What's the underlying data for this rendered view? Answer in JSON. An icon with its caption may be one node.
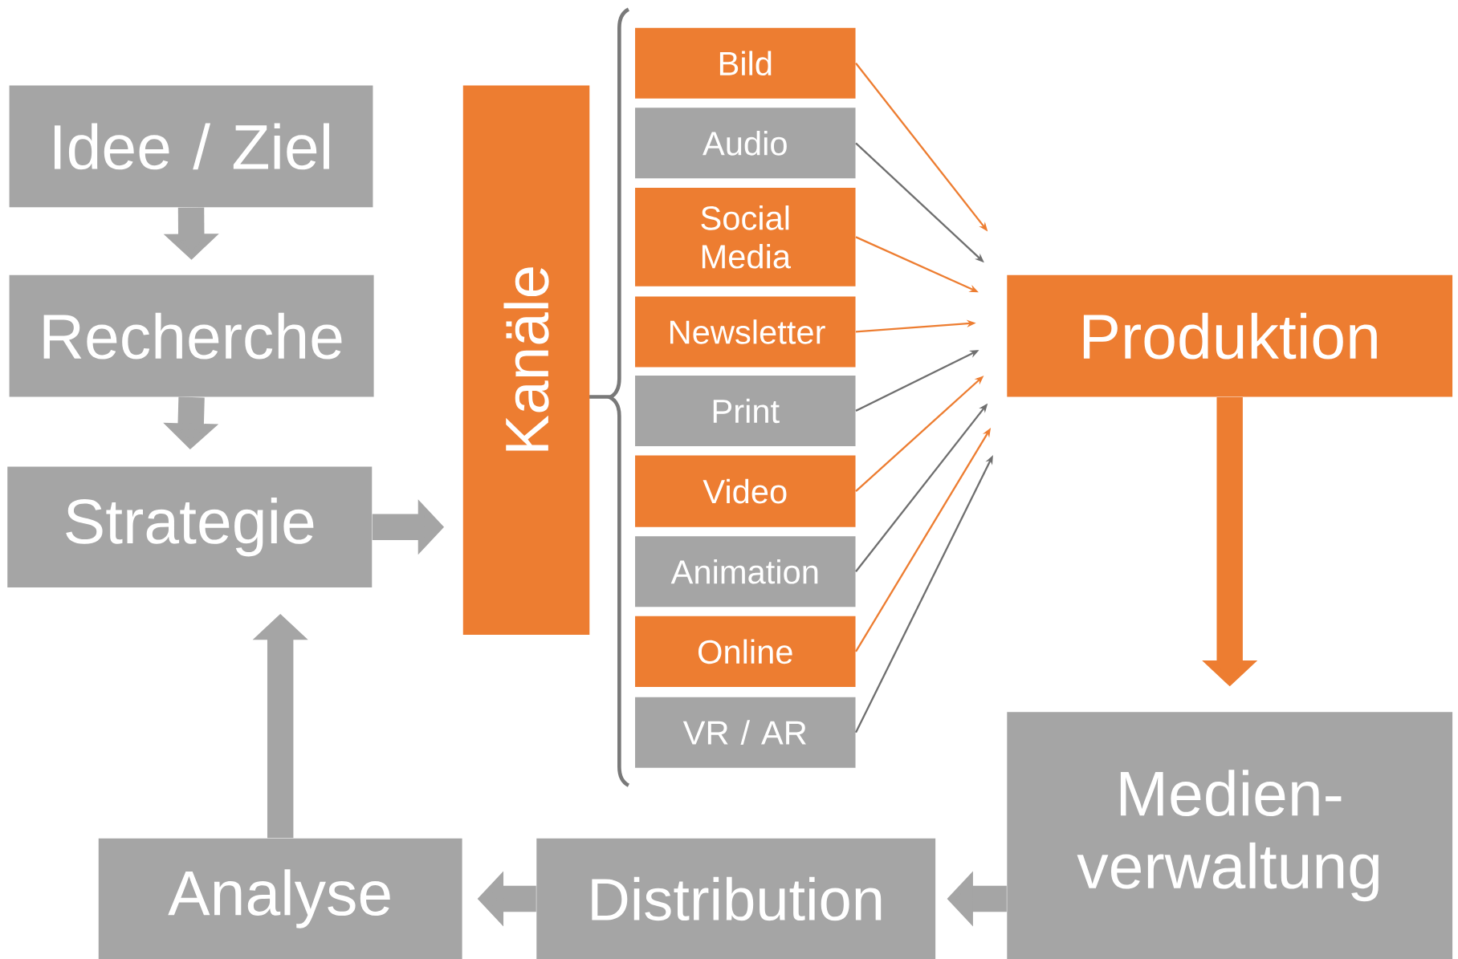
{
  "diagram": {
    "nodes": [
      {
        "text": [
          "Idee / Ziel"
        ]
      },
      {
        "text": [
          "Recherche"
        ]
      },
      {
        "text": [
          "Strategie"
        ]
      },
      {
        "text": [
          "Kanäle"
        ]
      },
      {
        "text": [
          "Bild"
        ]
      },
      {
        "text": [
          "Audio"
        ]
      },
      {
        "text": [
          "Social Media"
        ]
      },
      {
        "text": [
          "Newsletter"
        ]
      },
      {
        "text": [
          "Print"
        ]
      },
      {
        "text": [
          "Video"
        ]
      },
      {
        "text": [
          "Animation"
        ]
      },
      {
        "text": [
          "Online"
        ]
      },
      {
        "text": [
          "VR / AR"
        ]
      },
      {
        "text": [
          "Produktion"
        ]
      },
      {
        "text": [
          "Medien- verwaltung"
        ]
      },
      {
        "text": [
          "Distribution"
        ]
      },
      {
        "text": [
          "Analyse"
        ]
      }
    ],
    "edges": [
      {
        "from": 0,
        "to": 1,
        "arrow": "to",
        "style": "thick"
      },
      {
        "from": 1,
        "to": 2,
        "arrow": "to",
        "style": "thick"
      },
      {
        "from": 2,
        "to": 3,
        "arrow": "to",
        "style": "thick"
      },
      {
        "from": 4,
        "to": 13,
        "arrow": "to",
        "color": "#ed7d31"
      },
      {
        "from": 5,
        "to": 13,
        "arrow": "to"
      },
      {
        "from": 6,
        "to": 13,
        "arrow": "to",
        "color": "#ed7d31"
      },
      {
        "from": 7,
        "to": 13,
        "arrow": "to",
        "color": "#ed7d31"
      },
      {
        "from": 8,
        "to": 13,
        "arrow": "to"
      },
      {
        "from": 9,
        "to": 13,
        "arrow": "to",
        "color": "#ed7d31"
      },
      {
        "from": 10,
        "to": 13,
        "arrow": "to"
      },
      {
        "from": 11,
        "to": 13,
        "arrow": "to",
        "color": "#ed7d31"
      },
      {
        "from": 12,
        "to": 13,
        "arrow": "to"
      },
      {
        "from": 13,
        "to": 14,
        "arrow": "to",
        "style": "thick",
        "color": "#ed7d31"
      },
      {
        "from": 14,
        "to": 15,
        "arrow": "to",
        "style": "thick"
      },
      {
        "from": 15,
        "to": 16,
        "arrow": "to",
        "style": "thick"
      },
      {
        "from": 16,
        "to": 2,
        "arrow": "to",
        "style": "thick"
      }
    ]
  }
}
